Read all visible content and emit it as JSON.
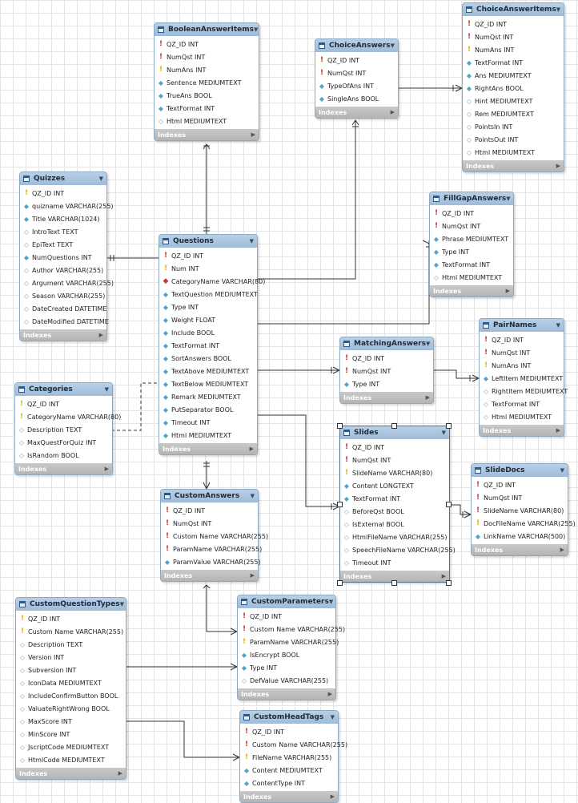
{
  "tables": [
    {
      "id": "BooleanAnswerItems",
      "title": "BooleanAnswerItems",
      "foot": "Indexes",
      "columns": [
        {
          "name": "QZ_ID INT",
          "key": "pk"
        },
        {
          "name": "NumQst INT",
          "key": "pk"
        },
        {
          "name": "NumAns INT",
          "key": "idx"
        },
        {
          "name": "Sentence MEDIUMTEXT",
          "key": "col"
        },
        {
          "name": "TrueAns BOOL",
          "key": "col"
        },
        {
          "name": "TextFormat INT",
          "key": "col"
        },
        {
          "name": "Html MEDIUMTEXT",
          "key": "nn"
        }
      ]
    },
    {
      "id": "ChoiceAnswers",
      "title": "ChoiceAnswers",
      "foot": "Indexes",
      "columns": [
        {
          "name": "QZ_ID INT",
          "key": "pk"
        },
        {
          "name": "NumQst INT",
          "key": "pk"
        },
        {
          "name": "TypeOfAns INT",
          "key": "col"
        },
        {
          "name": "SingleAns BOOL",
          "key": "col"
        }
      ]
    },
    {
      "id": "ChoiceAnswerItems",
      "title": "ChoiceAnswerItems",
      "foot": "Indexes",
      "columns": [
        {
          "name": "QZ_ID INT",
          "key": "pk"
        },
        {
          "name": "NumQst INT",
          "key": "pk"
        },
        {
          "name": "NumAns INT",
          "key": "idx"
        },
        {
          "name": "TextFormat INT",
          "key": "col"
        },
        {
          "name": "Ans MEDIUMTEXT",
          "key": "col"
        },
        {
          "name": "RightAns BOOL",
          "key": "col"
        },
        {
          "name": "Hint MEDIUMTEXT",
          "key": "nn"
        },
        {
          "name": "Rem MEDIUMTEXT",
          "key": "nn"
        },
        {
          "name": "PointsIn INT",
          "key": "nn"
        },
        {
          "name": "PointsOut INT",
          "key": "nn"
        },
        {
          "name": "Html MEDIUMTEXT",
          "key": "nn"
        }
      ]
    },
    {
      "id": "Quizzes",
      "title": "Quizzes",
      "foot": "Indexes",
      "columns": [
        {
          "name": "QZ_ID INT",
          "key": "idx"
        },
        {
          "name": "quizname VARCHAR(255)",
          "key": "col"
        },
        {
          "name": "Title VARCHAR(1024)",
          "key": "col"
        },
        {
          "name": "IntroText TEXT",
          "key": "nn"
        },
        {
          "name": "EpiText TEXT",
          "key": "nn"
        },
        {
          "name": "NumQuestions INT",
          "key": "col"
        },
        {
          "name": "Author VARCHAR(255)",
          "key": "nn"
        },
        {
          "name": "Argument VARCHAR(255)",
          "key": "nn"
        },
        {
          "name": "Season VARCHAR(255)",
          "key": "nn"
        },
        {
          "name": "DateCreated DATETIME",
          "key": "nn"
        },
        {
          "name": "DateModified DATETIME",
          "key": "nn"
        }
      ]
    },
    {
      "id": "Questions",
      "title": "Questions",
      "foot": "Indexes",
      "columns": [
        {
          "name": "QZ_ID INT",
          "key": "pk"
        },
        {
          "name": "Num INT",
          "key": "idx"
        },
        {
          "name": "CategoryName VARCHAR(80)",
          "key": "fk"
        },
        {
          "name": "TextQuestion MEDIUMTEXT",
          "key": "col"
        },
        {
          "name": "Type INT",
          "key": "col"
        },
        {
          "name": "Weight FLOAT",
          "key": "col"
        },
        {
          "name": "Include BOOL",
          "key": "col"
        },
        {
          "name": "TextFormat INT",
          "key": "col"
        },
        {
          "name": "SortAnswers BOOL",
          "key": "col"
        },
        {
          "name": "TextAbove MEDIUMTEXT",
          "key": "col"
        },
        {
          "name": "TextBelow MEDIUMTEXT",
          "key": "col"
        },
        {
          "name": "Remark MEDIUMTEXT",
          "key": "col"
        },
        {
          "name": "PutSeparator BOOL",
          "key": "col"
        },
        {
          "name": "Timeout INT",
          "key": "col"
        },
        {
          "name": "Html MEDIUMTEXT",
          "key": "col"
        }
      ]
    },
    {
      "id": "FillGapAnswers",
      "title": "FillGapAnswers",
      "foot": "Indexes",
      "columns": [
        {
          "name": "QZ_ID INT",
          "key": "pk"
        },
        {
          "name": "NumQst INT",
          "key": "pk"
        },
        {
          "name": "Phrase MEDIUMTEXT",
          "key": "col"
        },
        {
          "name": "Type INT",
          "key": "col"
        },
        {
          "name": "TextFormat INT",
          "key": "col"
        },
        {
          "name": "Html MEDIUMTEXT",
          "key": "nn"
        }
      ]
    },
    {
      "id": "PairNames",
      "title": "PairNames",
      "foot": "Indexes",
      "columns": [
        {
          "name": "QZ_ID INT",
          "key": "pk"
        },
        {
          "name": "NumQst INT",
          "key": "pk"
        },
        {
          "name": "NumAns INT",
          "key": "idx"
        },
        {
          "name": "LeftItem MEDIUMTEXT",
          "key": "col"
        },
        {
          "name": "RightItem MEDIUMTEXT",
          "key": "nn"
        },
        {
          "name": "TextFormat INT",
          "key": "nn"
        },
        {
          "name": "Html MEDIUMTEXT",
          "key": "nn"
        }
      ]
    },
    {
      "id": "MatchingAnswers",
      "title": "MatchingAnswers",
      "foot": "Indexes",
      "columns": [
        {
          "name": "QZ_ID INT",
          "key": "pk"
        },
        {
          "name": "NumQst INT",
          "key": "pk"
        },
        {
          "name": "Type INT",
          "key": "col"
        }
      ]
    },
    {
      "id": "Categories",
      "title": "Categories",
      "foot": "Indexes",
      "columns": [
        {
          "name": "QZ_ID INT",
          "key": "idx"
        },
        {
          "name": "CategoryName VARCHAR(80)",
          "key": "idx"
        },
        {
          "name": "Description TEXT",
          "key": "nn"
        },
        {
          "name": "MaxQuestForQuiz INT",
          "key": "nn"
        },
        {
          "name": "IsRandom BOOL",
          "key": "nn"
        }
      ]
    },
    {
      "id": "Slides",
      "title": "Slides",
      "foot": "Indexes",
      "selected": true,
      "columns": [
        {
          "name": "QZ_ID INT",
          "key": "pk"
        },
        {
          "name": "NumQst INT",
          "key": "pk"
        },
        {
          "name": "SlideName VARCHAR(80)",
          "key": "idx"
        },
        {
          "name": "Content LONGTEXT",
          "key": "col"
        },
        {
          "name": "TextFormat INT",
          "key": "col"
        },
        {
          "name": "BeforeQst BOOL",
          "key": "nn"
        },
        {
          "name": "IsExternal BOOL",
          "key": "nn"
        },
        {
          "name": "HtmlFileName VARCHAR(255)",
          "key": "nn"
        },
        {
          "name": "SpeechFileName VARCHAR(255)",
          "key": "nn"
        },
        {
          "name": "Timeout INT",
          "key": "nn"
        }
      ]
    },
    {
      "id": "SlideDocs",
      "title": "SlideDocs",
      "foot": "Indexes",
      "columns": [
        {
          "name": "QZ_ID INT",
          "key": "pk"
        },
        {
          "name": "NumQst INT",
          "key": "pk"
        },
        {
          "name": "SlideName VARCHAR(80)",
          "key": "pk"
        },
        {
          "name": "DocFileName VARCHAR(255)",
          "key": "idx"
        },
        {
          "name": "LinkName VARCHAR(500)",
          "key": "col"
        }
      ]
    },
    {
      "id": "CustomAnswers",
      "title": "CustomAnswers",
      "foot": "Indexes",
      "columns": [
        {
          "name": "QZ_ID INT",
          "key": "pk"
        },
        {
          "name": "NumQst INT",
          "key": "pk"
        },
        {
          "name": "Custom Name VARCHAR(255)",
          "key": "pk"
        },
        {
          "name": "ParamName VARCHAR(255)",
          "key": "pk"
        },
        {
          "name": "ParamValue VARCHAR(255)",
          "key": "col"
        }
      ]
    },
    {
      "id": "CustomQuestionTypes",
      "title": "CustomQuestionTypes",
      "foot": "Indexes",
      "columns": [
        {
          "name": "QZ_ID INT",
          "key": "idx"
        },
        {
          "name": "Custom Name VARCHAR(255)",
          "key": "idx"
        },
        {
          "name": "Description TEXT",
          "key": "nn"
        },
        {
          "name": "Version INT",
          "key": "nn"
        },
        {
          "name": "Subversion INT",
          "key": "nn"
        },
        {
          "name": "IconData MEDIUMTEXT",
          "key": "nn"
        },
        {
          "name": "IncludeConfirmButton BOOL",
          "key": "nn"
        },
        {
          "name": "ValuateRightWrong BOOL",
          "key": "nn"
        },
        {
          "name": "MaxScore INT",
          "key": "nn"
        },
        {
          "name": "MinScore INT",
          "key": "nn"
        },
        {
          "name": "JscriptCode MEDIUMTEXT",
          "key": "nn"
        },
        {
          "name": "HtmlCode MEDIUMTEXT",
          "key": "nn"
        }
      ]
    },
    {
      "id": "CustomParameters",
      "title": "CustomParameters",
      "foot": "Indexes",
      "columns": [
        {
          "name": "QZ_ID INT",
          "key": "pk"
        },
        {
          "name": "Custom Name VARCHAR(255)",
          "key": "pk"
        },
        {
          "name": "ParamName VARCHAR(255)",
          "key": "idx"
        },
        {
          "name": "IsEncrypt BOOL",
          "key": "col"
        },
        {
          "name": "Type INT",
          "key": "col"
        },
        {
          "name": "DefValue VARCHAR(255)",
          "key": "nn"
        }
      ]
    },
    {
      "id": "CustomHeadTags",
      "title": "CustomHeadTags",
      "foot": "Indexes",
      "columns": [
        {
          "name": "QZ_ID INT",
          "key": "pk"
        },
        {
          "name": "Custom Name VARCHAR(255)",
          "key": "pk"
        },
        {
          "name": "FileName VARCHAR(255)",
          "key": "idx"
        },
        {
          "name": "Content MEDIUMTEXT",
          "key": "col"
        },
        {
          "name": "ContentType INT",
          "key": "col"
        }
      ]
    }
  ]
}
